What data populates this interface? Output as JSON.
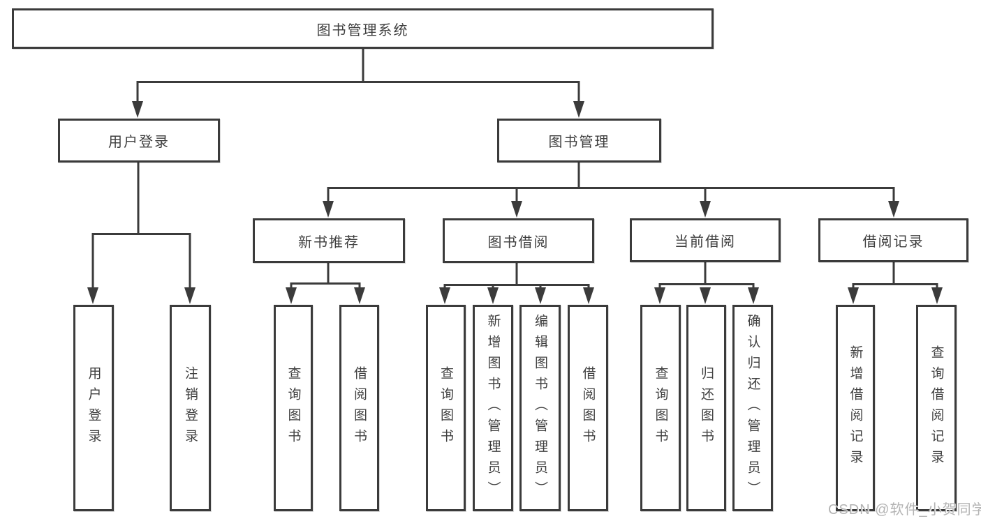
{
  "tree": {
    "root": {
      "label": "图书管理系统"
    },
    "children": [
      {
        "label": "用户登录",
        "children": [
          {
            "label": "用户登录"
          },
          {
            "label": "注销登录"
          }
        ]
      },
      {
        "label": "图书管理",
        "children": [
          {
            "label": "新书推荐",
            "children": [
              {
                "label": "查询图书"
              },
              {
                "label": "借阅图书"
              }
            ]
          },
          {
            "label": "图书借阅",
            "children": [
              {
                "label": "查询图书"
              },
              {
                "label": "新增图书（管理员）"
              },
              {
                "label": "编辑图书（管理员）"
              },
              {
                "label": "借阅图书"
              }
            ]
          },
          {
            "label": "当前借阅",
            "children": [
              {
                "label": "查询图书"
              },
              {
                "label": "归还图书"
              },
              {
                "label": "确认归还（管理员）"
              }
            ]
          },
          {
            "label": "借阅记录",
            "children": [
              {
                "label": "新增借阅记录"
              },
              {
                "label": "查询借阅记录"
              }
            ]
          }
        ]
      }
    ]
  },
  "watermark": {
    "text": "CSDN @软件_小贺同学"
  },
  "colors": {
    "line": "#3b3b3b",
    "box_border": "#3b3b3b",
    "text": "#3f3f3f",
    "watermark": "#b3b3b3",
    "background": "#ffffff"
  }
}
